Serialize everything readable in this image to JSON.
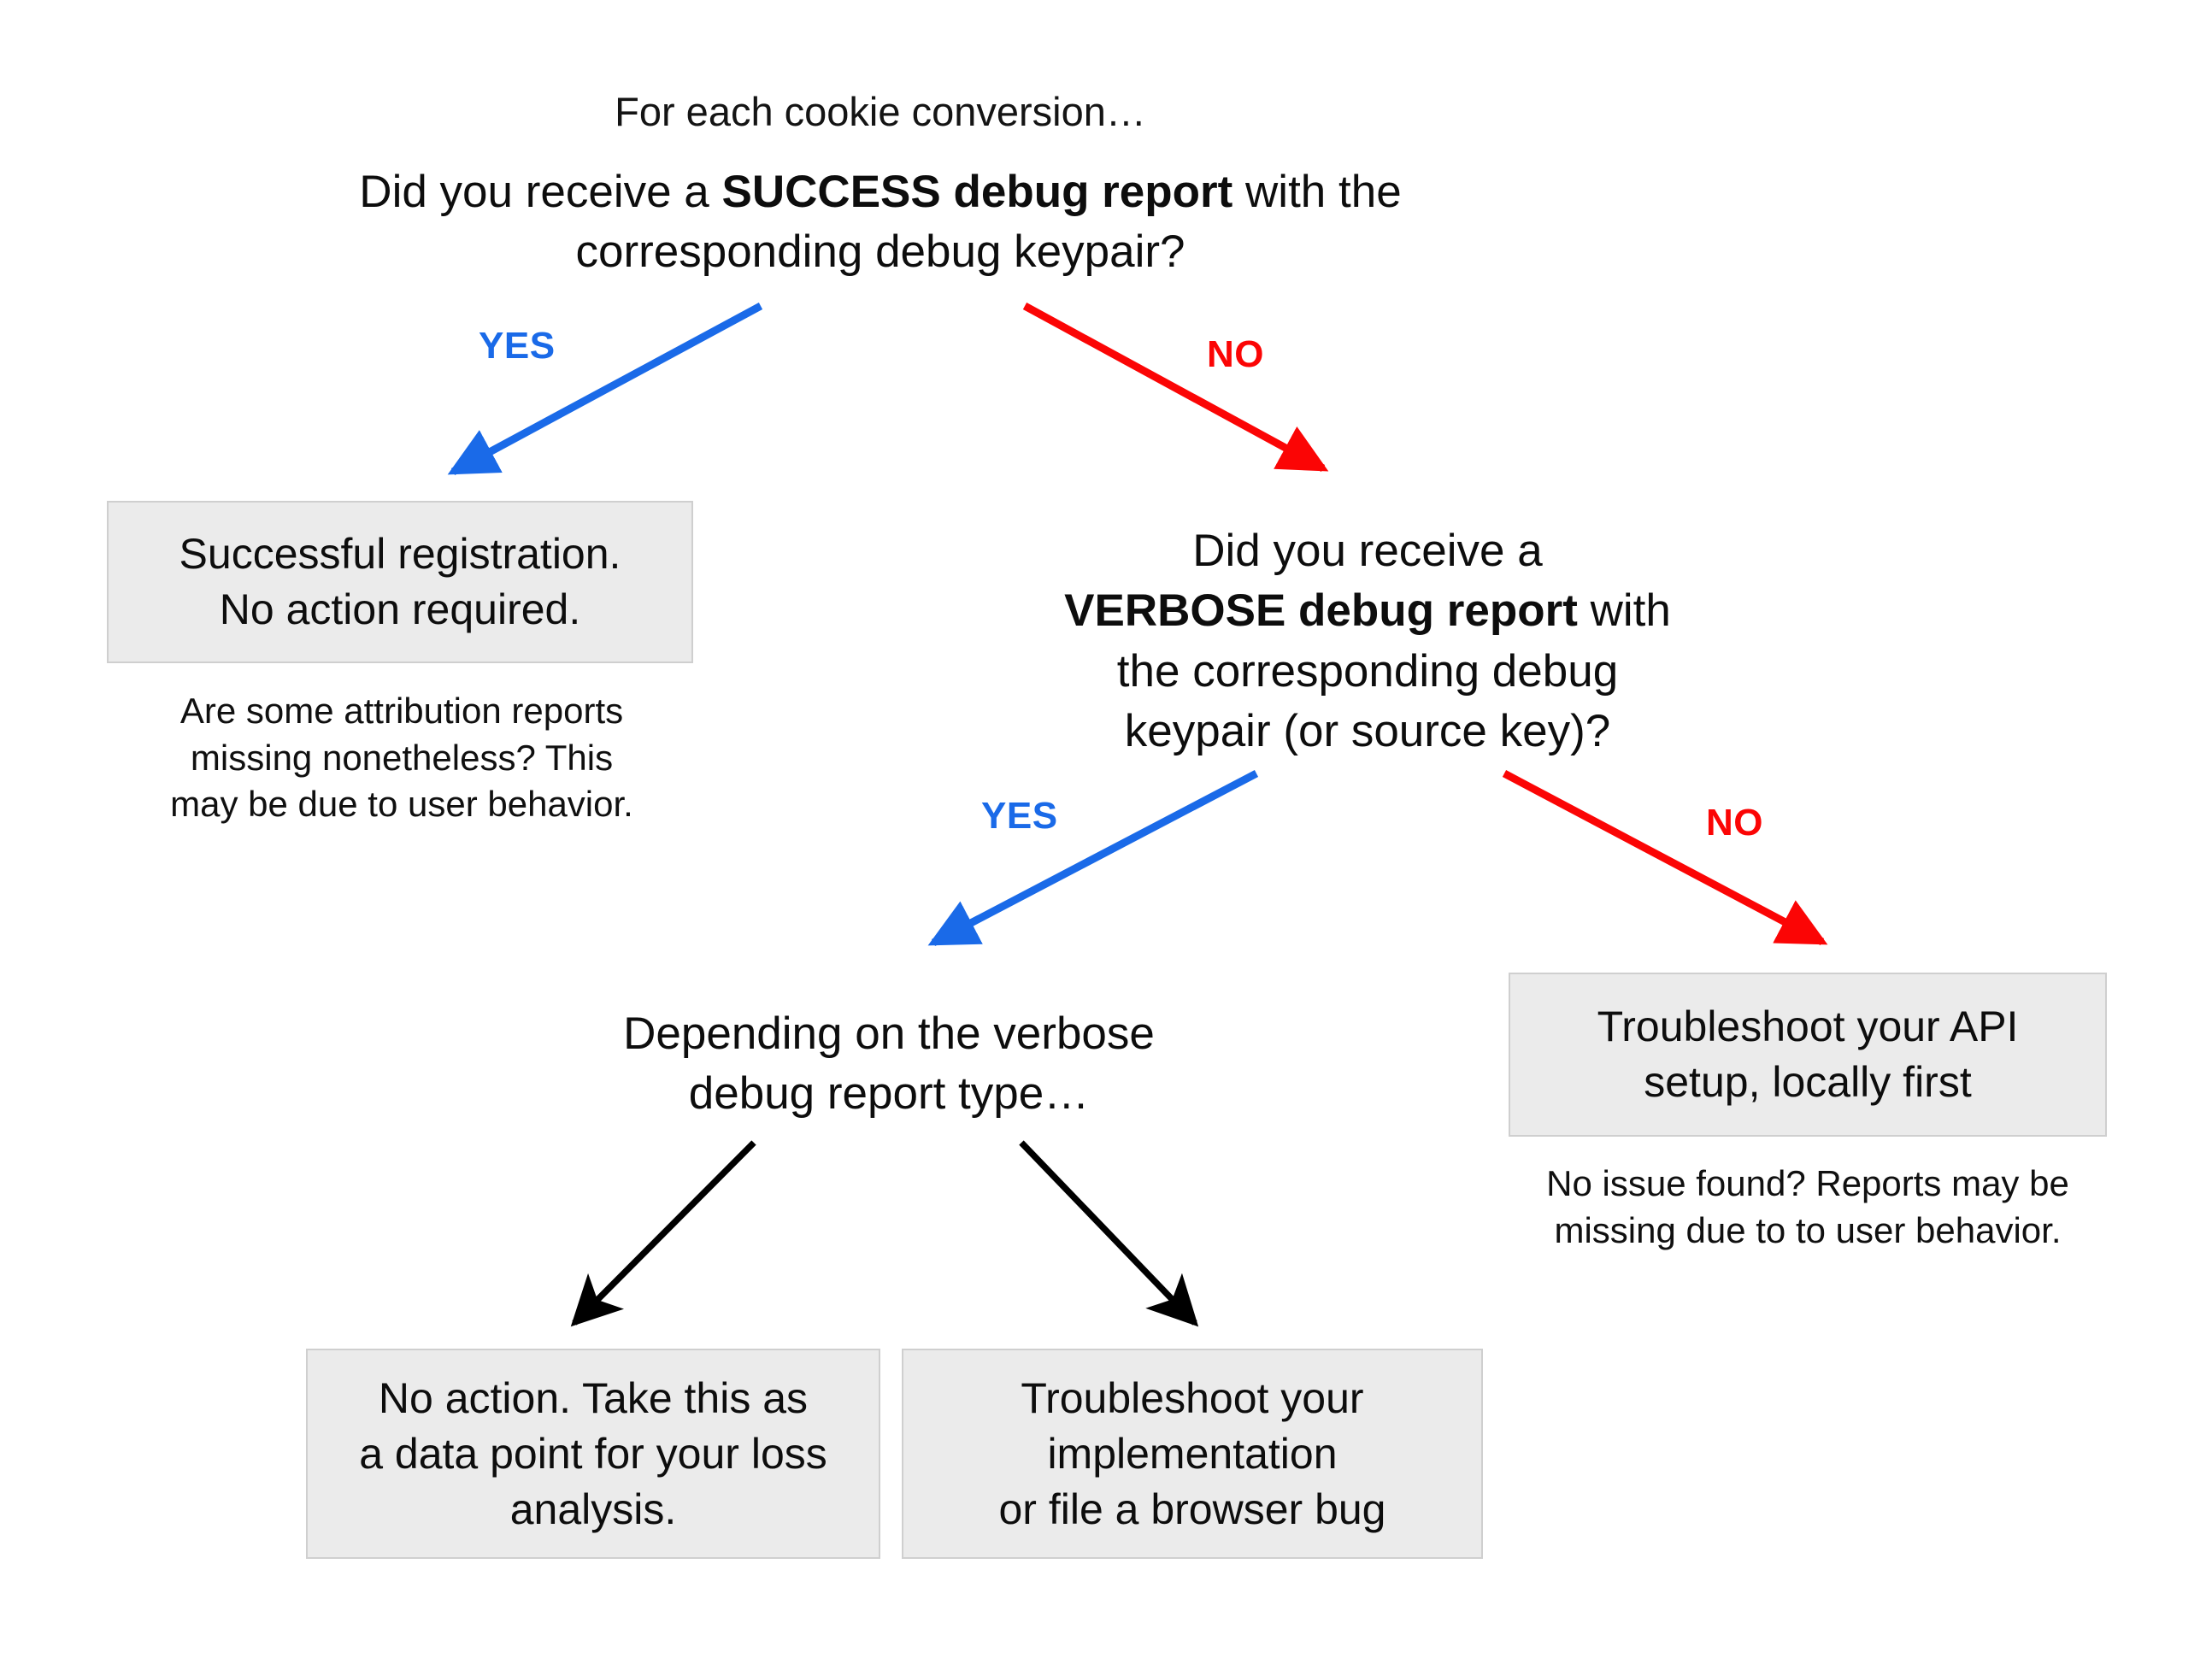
{
  "diagram": {
    "title_line": "For each cookie conversion…",
    "root_question": {
      "pre": "Did you receive a ",
      "bold": "SUCCESS debug report",
      "post": " with the\ncorresponding debug keypair?"
    },
    "second_question": {
      "line1": "Did you receive a",
      "bold": "VERBOSE debug report",
      "post": " with\nthe corresponding debug\nkeypair (or source key)?"
    },
    "branch_note": "Depending on the verbose\ndebug report type…",
    "edges": [
      {
        "label": "YES",
        "color": "#1a6ae8"
      },
      {
        "label": "NO",
        "color": "#fb0505"
      },
      {
        "label": "YES",
        "color": "#1a6ae8"
      },
      {
        "label": "NO",
        "color": "#fb0505"
      }
    ],
    "boxes": [
      {
        "id": "successful-registration",
        "text": "Successful registration.\nNo action required."
      },
      {
        "id": "troubleshoot-api-setup",
        "text": "Troubleshoot your API\nsetup, locally first"
      },
      {
        "id": "no-action-loss-analysis",
        "text": "No action. Take this as\na data point for your loss\nanalysis."
      },
      {
        "id": "troubleshoot-implementation",
        "text": "Troubleshoot your\nimplementation\nor file a browser bug"
      }
    ],
    "captions": [
      {
        "id": "attribution-reports-missing",
        "text": "Are some attribution reports\nmissing nonetheless? This\nmay be due to user behavior."
      },
      {
        "id": "no-issue-found",
        "text": "No issue found? Reports may be\nmissing due to to user behavior."
      }
    ],
    "colors": {
      "yes": "#1a6ae8",
      "no": "#fb0505",
      "black": "#000000",
      "box_fill": "#ebebeb",
      "box_border": "#cfcfcf",
      "background": "#ffffff"
    }
  }
}
